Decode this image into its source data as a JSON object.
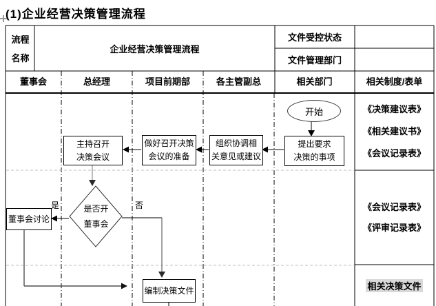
{
  "title": "(1)企业经营决策管理流程",
  "info_table": {
    "process_name_label_line1": "流程",
    "process_name_label_line2": "名称",
    "process_name_value": "企业经营决策管理流程",
    "doc_control_label": "文件受控状态",
    "doc_control_value": "",
    "doc_dept_label": "文件管理部门",
    "doc_dept_value": ""
  },
  "columns": [
    "董事会",
    "总经理",
    "项目前期部",
    "各主管副总",
    "相关部门",
    "相关制度/表单"
  ],
  "flow": {
    "start": "开始",
    "propose": [
      "提出要求",
      "决策的事项"
    ],
    "coordinate": [
      "组织协调相",
      "关意见或建议"
    ],
    "prepare": [
      "做好召开决策",
      "会议的准备"
    ],
    "host": [
      "主持召开",
      "决策会议"
    ],
    "decision": [
      "是否开",
      "董事会"
    ],
    "yes_label": "是",
    "no_label": "否",
    "board_discuss": "董事会讨论",
    "compile": "编制决策文件"
  },
  "documents": {
    "section1": [
      "《决策建议表》",
      "《相关建议书》",
      "《会议记录表》"
    ],
    "section2": [
      "《会议记录表》",
      "《评审记录表》"
    ],
    "section3": [
      "相关决策文件"
    ]
  },
  "colors": {
    "table_border": "#000000",
    "connector_gray": "#7a7a7a",
    "section_divider_gray": "#bfbfbf",
    "highlight_bg": "#d9d9d9"
  }
}
